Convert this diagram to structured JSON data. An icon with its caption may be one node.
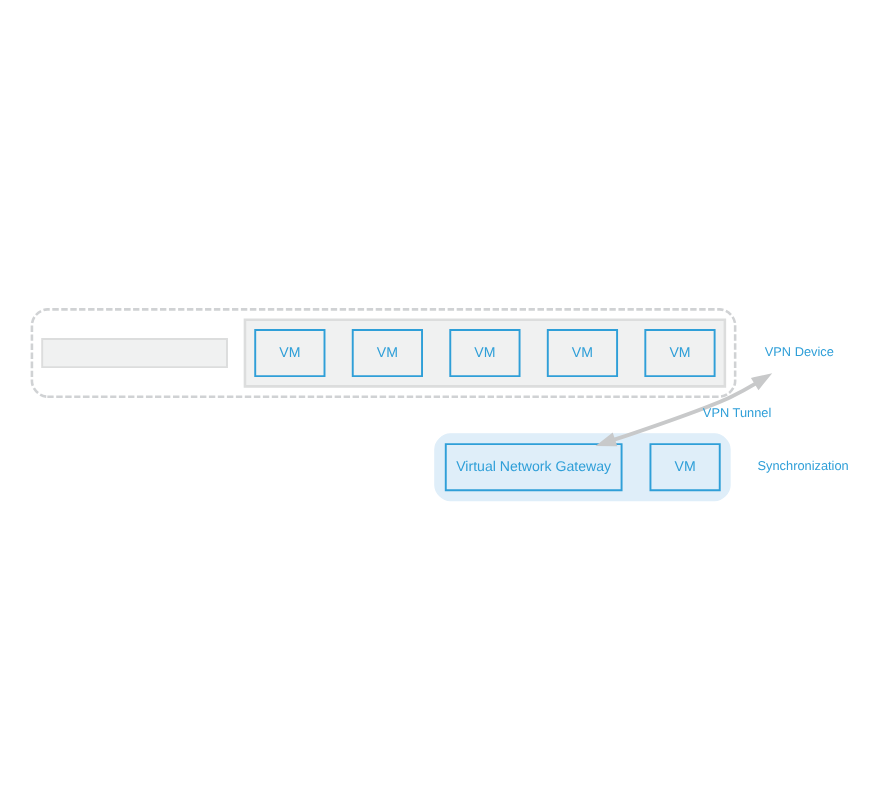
{
  "diagram": {
    "nodes": [
      {
        "text": [],
        "shape": "box"
      },
      {
        "text": [],
        "shape": "box",
        "in": 0
      },
      {
        "text": [
          "VM"
        ],
        "in": 1
      },
      {
        "text": [
          "VM"
        ],
        "in": 1
      },
      {
        "text": [
          "VM"
        ],
        "in": 1
      },
      {
        "text": [
          "VM"
        ],
        "in": 1
      },
      {
        "text": [
          "VM"
        ],
        "in": 1
      },
      {
        "text": [],
        "shape": "box",
        "in": 0
      },
      {
        "text": [],
        "shape": "cloud"
      },
      {
        "text": [
          "VM"
        ],
        "in": 8
      },
      {
        "text": [
          "VPN Device"
        ]
      },
      {
        "text": [
          "Virtual Network Gateway"
        ],
        "in": 8
      }
    ],
    "edges": [
      {
        "from": 10,
        "to": 11,
        "arrow": "both",
        "label": "VPN Tunnel"
      }
    ],
    "labels": [
      "Synchronization"
    ]
  }
}
